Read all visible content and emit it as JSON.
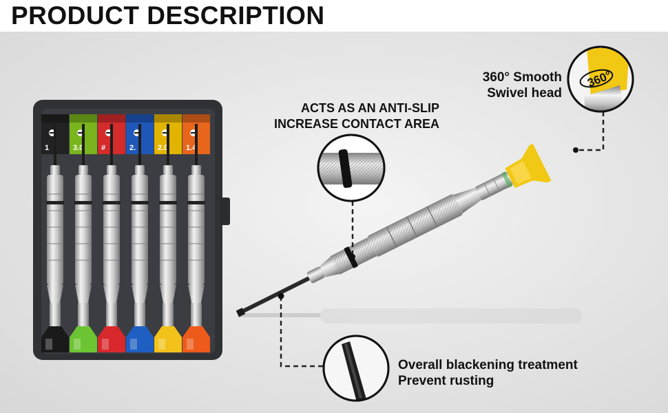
{
  "header": {
    "title": "PRODUCT DESCRIPTION"
  },
  "callouts": {
    "swivel": {
      "line1": "360° Smooth",
      "line2": "Swivel head",
      "badge": "360°"
    },
    "antislip": {
      "line1": "ACTS AS AN ANTI-SLIP",
      "line2": "INCREASE CONTACT AREA"
    },
    "blackening": {
      "line1": "Overall blackening treatment",
      "line2": "Prevent rusting"
    }
  },
  "case": {
    "tags": [
      "1",
      "3.0",
      "#",
      "2.",
      "2.0",
      "1.4"
    ],
    "tag_colors": [
      "#222222",
      "#7ab51d",
      "#d42b2b",
      "#1f57b8",
      "#e2b400",
      "#e8661c"
    ],
    "cap_colors": [
      "#1a1a1a",
      "#6cc433",
      "#d8282b",
      "#1f5fc2",
      "#f2c21b",
      "#ee5a1a"
    ]
  },
  "colors": {
    "swivel_cap": "#f1c814",
    "case": "#2f3135",
    "accent_ring": "#111111"
  }
}
